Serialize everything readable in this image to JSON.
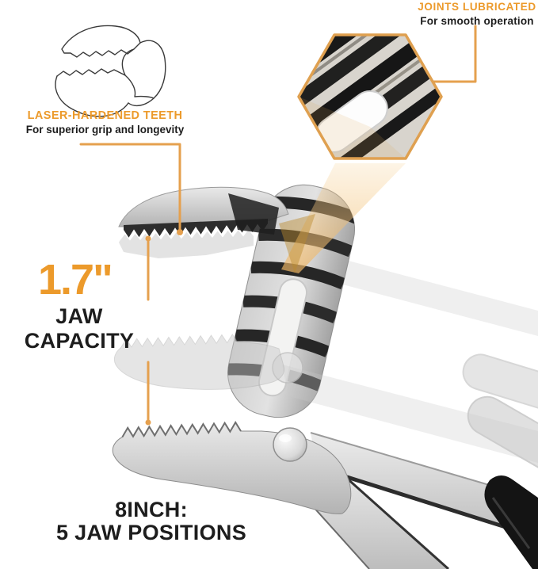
{
  "colors": {
    "accent": "#EC9A2B",
    "connector": "#E5A04E",
    "ink": "#1D1D1D"
  },
  "callout_teeth": {
    "title": "LASER-HARDENED TEETH",
    "subtitle": "For superior grip and longevity"
  },
  "callout_joints": {
    "title": "JOINTS LUBRICATED",
    "subtitle": "For smooth operation"
  },
  "jaw_capacity": {
    "value": "1.7\"",
    "label": "JAW CAPACITY"
  },
  "size_info": {
    "line1": "8INCH:",
    "line2": "5 JAW POSITIONS"
  }
}
